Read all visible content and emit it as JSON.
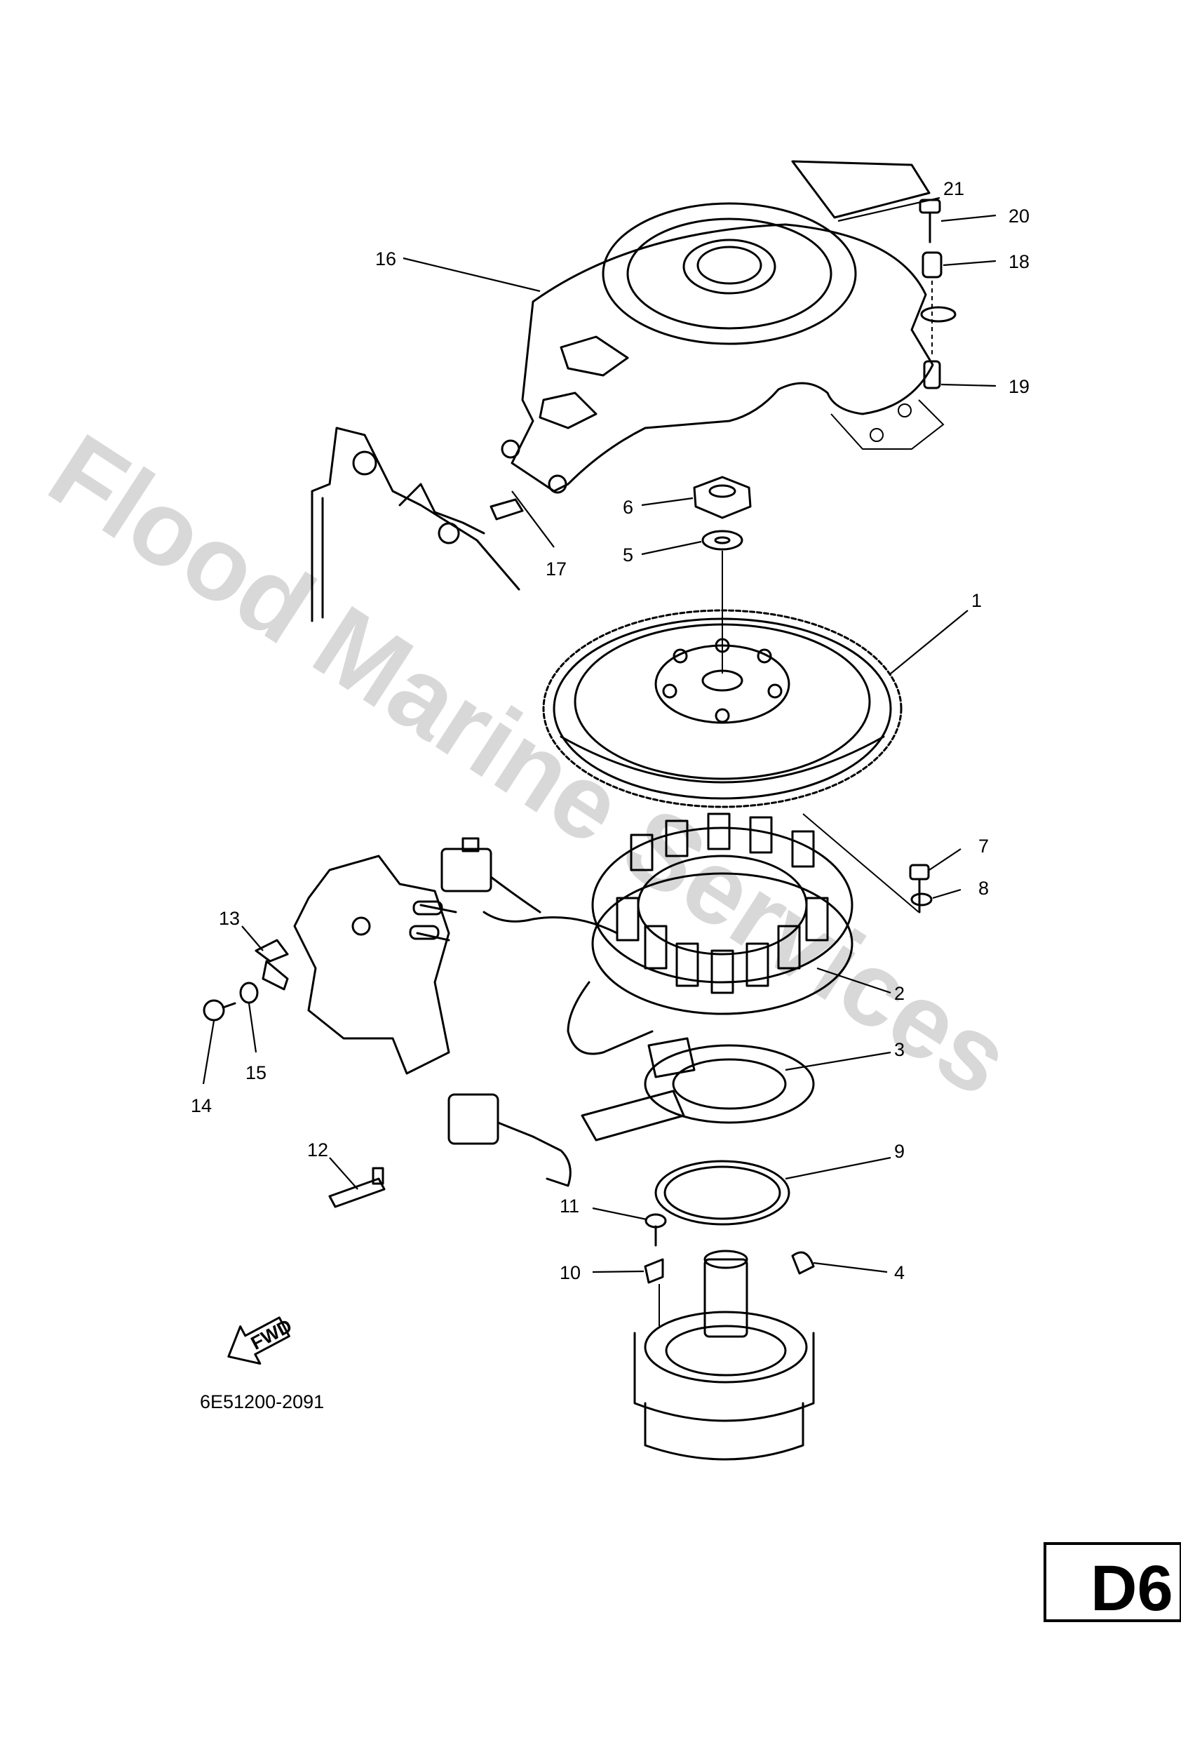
{
  "watermark": "Flood Marine Services",
  "diagram_code": "6E51200-2091",
  "fwd_label": "FWD",
  "page_tag": "D6",
  "callouts": [
    {
      "id": "1",
      "label": "1"
    },
    {
      "id": "2",
      "label": "2"
    },
    {
      "id": "3",
      "label": "3"
    },
    {
      "id": "4",
      "label": "4"
    },
    {
      "id": "5",
      "label": "5"
    },
    {
      "id": "6",
      "label": "6"
    },
    {
      "id": "7",
      "label": "7"
    },
    {
      "id": "8",
      "label": "8"
    },
    {
      "id": "9",
      "label": "9"
    },
    {
      "id": "10",
      "label": "10"
    },
    {
      "id": "11",
      "label": "11"
    },
    {
      "id": "12",
      "label": "12"
    },
    {
      "id": "13",
      "label": "13"
    },
    {
      "id": "14",
      "label": "14"
    },
    {
      "id": "15",
      "label": "15"
    },
    {
      "id": "16",
      "label": "16"
    },
    {
      "id": "17",
      "label": "17"
    },
    {
      "id": "18",
      "label": "18"
    },
    {
      "id": "19",
      "label": "19"
    },
    {
      "id": "20",
      "label": "20"
    },
    {
      "id": "21",
      "label": "21"
    }
  ]
}
